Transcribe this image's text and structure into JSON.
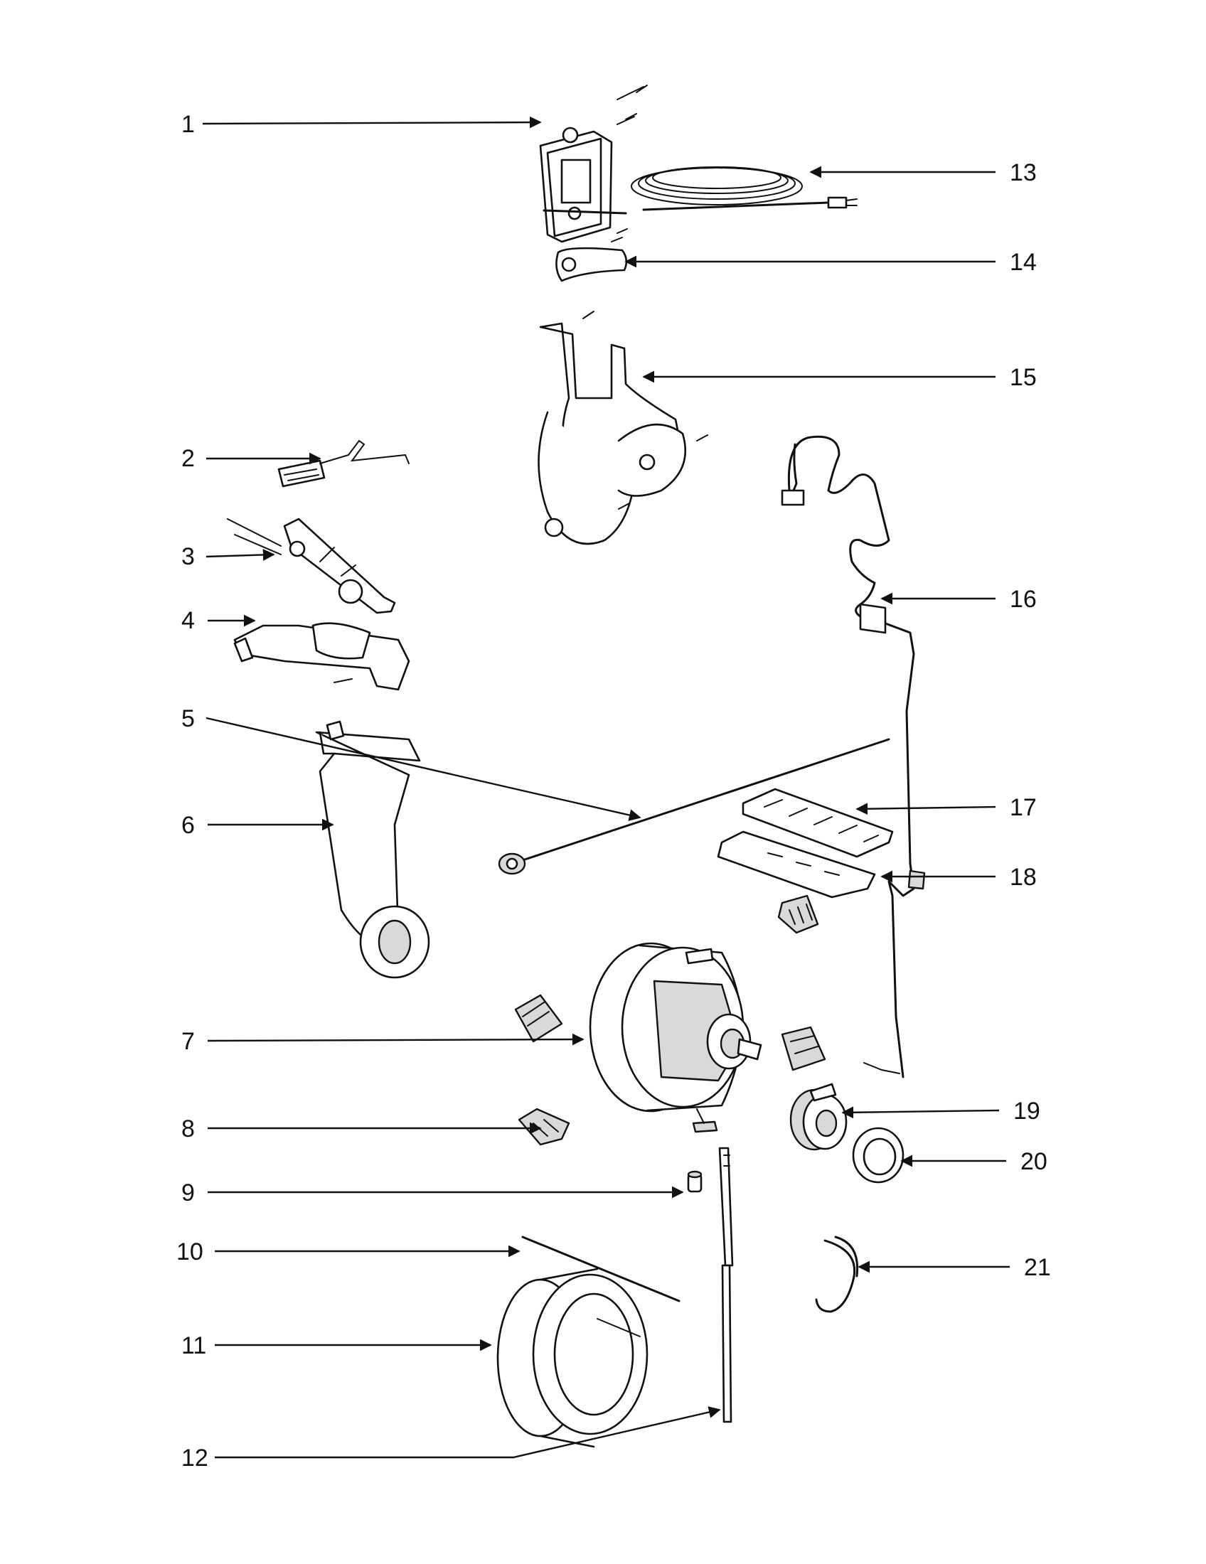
{
  "callouts": [
    {
      "id": "1",
      "label": "1"
    },
    {
      "id": "2",
      "label": "2"
    },
    {
      "id": "3",
      "label": "3"
    },
    {
      "id": "4",
      "label": "4"
    },
    {
      "id": "5",
      "label": "5"
    },
    {
      "id": "6",
      "label": "6"
    },
    {
      "id": "7",
      "label": "7"
    },
    {
      "id": "8",
      "label": "8"
    },
    {
      "id": "9",
      "label": "9"
    },
    {
      "id": "10",
      "label": "10"
    },
    {
      "id": "11",
      "label": "11"
    },
    {
      "id": "12",
      "label": "12"
    },
    {
      "id": "13",
      "label": "13"
    },
    {
      "id": "14",
      "label": "14"
    },
    {
      "id": "15",
      "label": "15"
    },
    {
      "id": "16",
      "label": "16"
    },
    {
      "id": "17",
      "label": "17"
    },
    {
      "id": "18",
      "label": "18"
    },
    {
      "id": "19",
      "label": "19"
    },
    {
      "id": "20",
      "label": "20"
    },
    {
      "id": "21",
      "label": "21"
    }
  ],
  "colors": {
    "line": "#111111",
    "background": "#ffffff",
    "shade": "#d9d9d9"
  }
}
